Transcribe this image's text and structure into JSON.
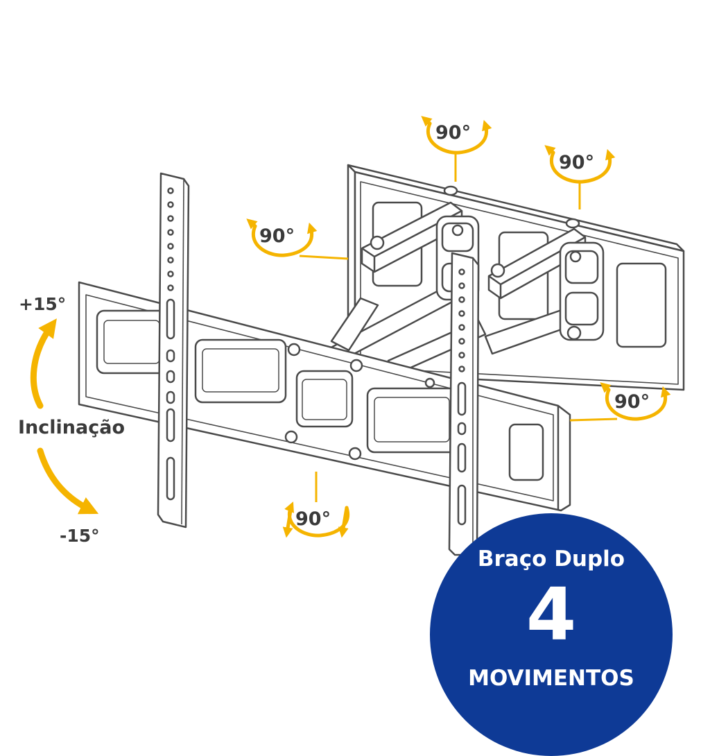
{
  "labels": {
    "tilt_plus": "+15°",
    "tilt_label": "Inclinação",
    "tilt_minus": "-15°",
    "rotation_top": "90°",
    "rotation_top_right": "90°",
    "rotation_left": "90°",
    "rotation_right": "90°",
    "rotation_bottom": "90°"
  },
  "badge": {
    "line1": "Braço Duplo",
    "number": "4",
    "line2": "MOVIMENTOS"
  },
  "colors": {
    "accent": "#f5b400",
    "badge_background": "#0e3a96",
    "line_art": "#4a4a4a",
    "label_text": "#3a3a3a"
  }
}
